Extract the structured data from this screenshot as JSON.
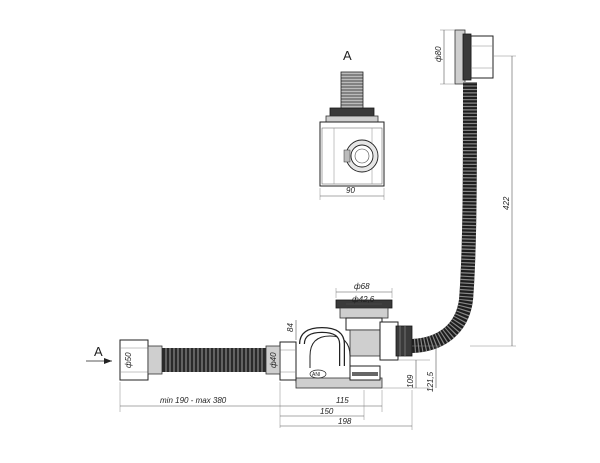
{
  "views": {
    "main_label": "A",
    "detail_label": "A"
  },
  "dimensions": {
    "d80": "ф80",
    "h422": "422",
    "w90": "90",
    "d68": "ф68",
    "d42_6": "ф42,6",
    "h84": "84",
    "d50": "ф50",
    "d40": "ф40",
    "h109": "109",
    "h121_5": "121,5",
    "range": "min 190 - max 380",
    "w115": "115",
    "w150": "150",
    "w198": "198"
  },
  "brand_mark": "ANI"
}
